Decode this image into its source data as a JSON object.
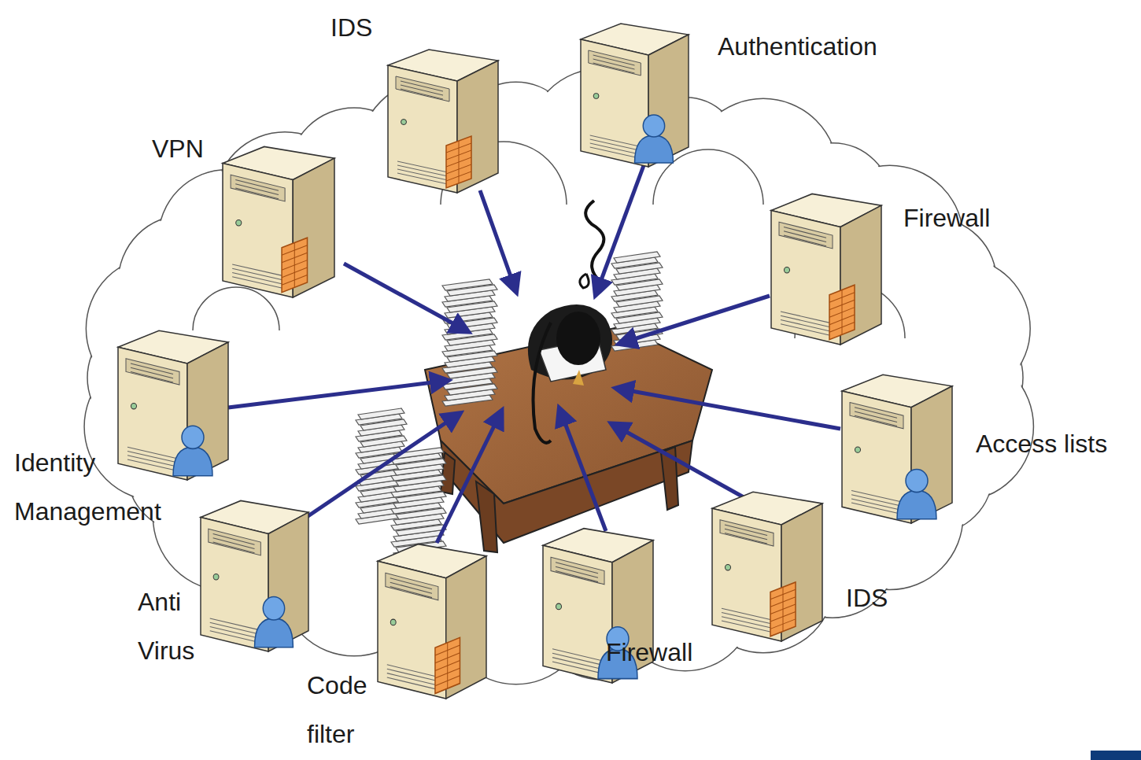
{
  "diagram": {
    "nodes": [
      {
        "text": [
          "IDS"
        ]
      },
      {
        "text": [
          "Authentication"
        ]
      },
      {
        "text": [
          "VPN"
        ]
      },
      {
        "text": [
          "Firewall"
        ]
      },
      {
        "text": [
          "Identity Management"
        ]
      },
      {
        "text": [
          "Access lists"
        ]
      },
      {
        "text": [
          "Anti Virus"
        ]
      },
      {
        "text": [
          "IDS"
        ]
      },
      {
        "text": [
          "Code filter"
        ]
      },
      {
        "text": [
          "Firewall"
        ]
      }
    ]
  }
}
